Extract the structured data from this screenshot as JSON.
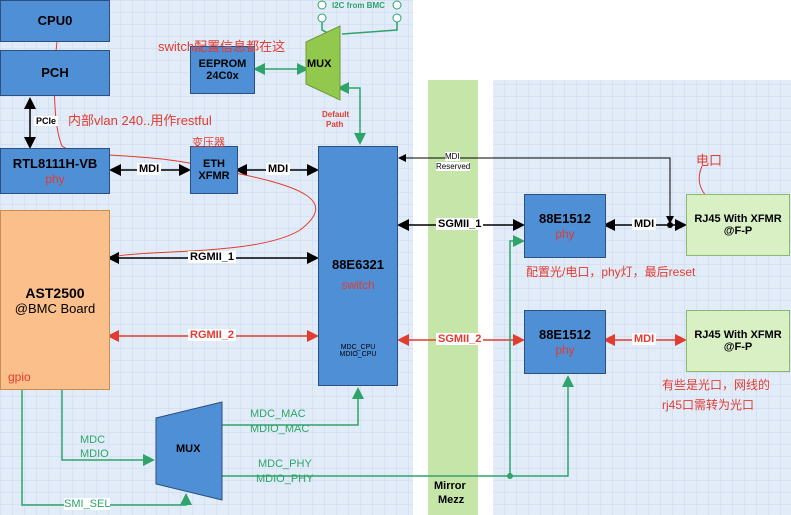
{
  "blocks": {
    "cpu0": "CPU0",
    "pch": "PCH",
    "rtl": "RTL8111H-VB",
    "rtl_note": "phy",
    "ast_line1": "AST2500",
    "ast_line2": "@BMC Board",
    "ast_note": "gpio",
    "eeprom_line1": "EEPROM",
    "eeprom_line2": "24C0x",
    "eth_line1": "ETH",
    "eth_line2": "XFMR",
    "eth_note": "变压器",
    "mux_top": "MUX",
    "mux_bottom": "MUX",
    "switch_name": "88E6321",
    "switch_note": "switch",
    "switch_mdc": "MDC_CPU",
    "switch_mdio": "MDIO_CPU",
    "phy1": "88E1512",
    "phy1_note": "phy",
    "phy2": "88E1512",
    "phy2_note": "phy",
    "rj45_1_line1": "RJ45 With XFMR",
    "rj45_1_line2": "@F-P",
    "rj45_2_line1": "RJ45 With XFMR",
    "rj45_2_line2": "@F-P",
    "mirror_line1": "Mirror",
    "mirror_line2": "Mezz"
  },
  "labels": {
    "i2c": "I2C from BMC",
    "default_path_1": "Default",
    "default_path_2": "Path",
    "pcie": "PCIe",
    "mdi_a": "MDI",
    "mdi_b": "MDI",
    "mdi_reserved_1": "MDI",
    "mdi_reserved_2": "Reserved",
    "rgmii_1": "RGMII_1",
    "rgmii_2": "RGMII_2",
    "sgmii_1": "SGMII_1",
    "sgmii_2": "SGMII_2",
    "mdi_c": "MDI",
    "mdi_d": "MDI",
    "mdc": "MDC",
    "mdio": "MDIO",
    "smi_sel": "SMI_SEL",
    "mdc_mac": "MDC_MAC",
    "mdio_mac": "MDIO_MAC",
    "mdc_phy": "MDC_PHY",
    "mdio_phy": "MDIO_PHY"
  },
  "annotations": {
    "eeprom_note": "switch配置信息都在这",
    "vlan_note": "内部vlan 240..用作restful",
    "electrical_port": "电口",
    "phy1_config": "配置光/电口，phy灯，最后reset",
    "optical_note_1": "有些是光口，网线的",
    "optical_note_2": "rj45口需转为光口"
  },
  "colors": {
    "block_blue": "#4f8fd6",
    "ast_orange": "#fbbf8c",
    "rj45_green": "#d8f0c4",
    "mirror_green": "#c6e6a9",
    "grid_bg": "#dde8f5",
    "annotation_red": "#e23b2f",
    "line_green": "#2ea36a",
    "line_red": "#e23b2f"
  }
}
